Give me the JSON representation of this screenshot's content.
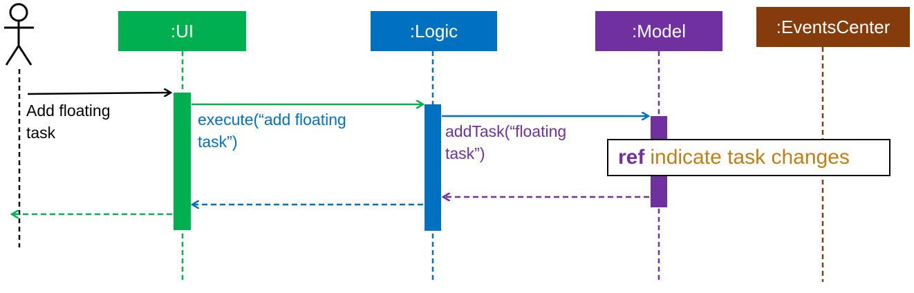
{
  "participants": [
    {
      "label": ":UI",
      "color": "#00B050"
    },
    {
      "label": ":Logic",
      "color": "#0070C0"
    },
    {
      "label": ":Model",
      "color": "#7030A0"
    },
    {
      "label": ":EventsCenter",
      "color": "#843C0C"
    }
  ],
  "messages": {
    "user_call": [
      "Add floating",
      "task"
    ],
    "ui_to_logic": [
      "execute(“add floating",
      "task”)"
    ],
    "logic_to_model": [
      "addTask(“floating",
      "task”)"
    ]
  },
  "ref_box": {
    "keyword": "ref",
    "text": "indicate task changes",
    "keyword_color": "#7030A0",
    "text_color": "#C07F16"
  },
  "colors": {
    "actor": "#000000"
  }
}
